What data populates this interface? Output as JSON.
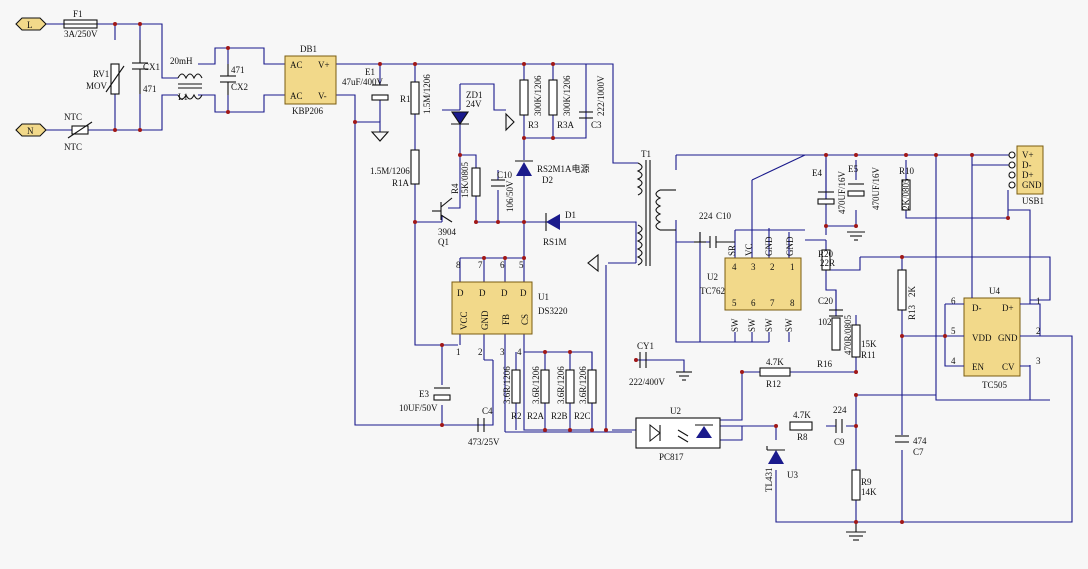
{
  "fuse": {
    "ref": "F1",
    "value": "3A/250V"
  },
  "terminals": {
    "live": "L",
    "neutral": "N"
  },
  "ntc": {
    "ref": "NTC",
    "value": "NTC"
  },
  "rv1": {
    "ref": "RV1",
    "value": "MOV"
  },
  "cx1": {
    "ref": "CX1",
    "value": "471"
  },
  "cx2": {
    "ref": "CX2",
    "value": "471"
  },
  "l1": {
    "ref": "L1",
    "value": "20mH"
  },
  "db1": {
    "ref": "DB1",
    "part": "KBP206",
    "ac1": "AC",
    "ac2": "AC",
    "vp": "V+",
    "vn": "V-"
  },
  "e1": {
    "ref": "E1",
    "value": "47uF/400V"
  },
  "r1": {
    "ref": "R1",
    "value": "1.5M/1206"
  },
  "r1a": {
    "ref": "R1A",
    "value": "1.5M/1206"
  },
  "zd1": {
    "ref": "ZD1",
    "value": "24V"
  },
  "r4": {
    "ref": "R4",
    "value": "15K/0805"
  },
  "c10a": {
    "ref": "C10",
    "value": "106/50V"
  },
  "q1": {
    "ref": "Q1",
    "part": "3904"
  },
  "r3": {
    "ref": "R3",
    "value": "300K/1206"
  },
  "r3a": {
    "ref": "R3A",
    "value": "300K/1206"
  },
  "c3": {
    "ref": "C3",
    "value": "222/1000V"
  },
  "d2": {
    "ref": "D2",
    "value": "RS2M1A电源"
  },
  "d1": {
    "ref": "D1",
    "value": "RS1M"
  },
  "t1": {
    "ref": "T1"
  },
  "u1": {
    "ref": "U1",
    "part": "DS3220",
    "pins_top": [
      "8",
      "7",
      "6",
      "5"
    ],
    "pins_labels": [
      "D",
      "D",
      "D",
      "D"
    ],
    "pins_bottom_labels": [
      "VCC",
      "GND",
      "FB",
      "CS"
    ],
    "pins_bottom": [
      "1",
      "2",
      "3",
      "4"
    ]
  },
  "e3": {
    "ref": "E3",
    "value": "10UF/50V"
  },
  "c4": {
    "ref": "C4",
    "value": "473/25V"
  },
  "r2": {
    "ref": "R2",
    "value": "3.6R/1206"
  },
  "r2a": {
    "ref": "R2A",
    "value": "3.6R/1206"
  },
  "r2b": {
    "ref": "R2B",
    "value": "3.6R/1206"
  },
  "r2c": {
    "ref": "R2C",
    "value": "3.6R/1206"
  },
  "cy1": {
    "ref": "CY1",
    "value": "222/400V"
  },
  "c10b": {
    "ref": "C10",
    "value": "224"
  },
  "u2": {
    "ref": "U2",
    "part": "TC762",
    "pins_top": [
      "4",
      "3",
      "2",
      "1"
    ],
    "top_labels": [
      "SR",
      "VC",
      "GND",
      "GND"
    ],
    "pins_bottom": [
      "5",
      "6",
      "7",
      "8"
    ],
    "bottom_labels": [
      "SW",
      "SW",
      "SW",
      "SW"
    ]
  },
  "e4": {
    "ref": "E4",
    "value": "470UF/16V"
  },
  "e5": {
    "ref": "E5",
    "value": "470UF/16V"
  },
  "r10": {
    "ref": "R10",
    "value": "2K/0805"
  },
  "r20": {
    "ref": "R20",
    "value": "22R"
  },
  "c20": {
    "ref": "C20",
    "value": "102"
  },
  "r16": {
    "ref": "R16",
    "value": "470R/0805"
  },
  "r11": {
    "ref": "R11",
    "value": "15K"
  },
  "r13": {
    "ref": "R13",
    "value": "2K"
  },
  "usb1": {
    "ref": "USB1",
    "pins": [
      "V+",
      "D-",
      "D+",
      "GND"
    ]
  },
  "u4": {
    "ref": "U4",
    "part": "TC505",
    "pin_labels": [
      "D-",
      "D+",
      "VDD",
      "GND",
      "EN",
      "CV"
    ],
    "pin_nums": [
      "6",
      "1",
      "5",
      "2",
      "4",
      "3"
    ]
  },
  "r12": {
    "ref": "R12",
    "value": "4.7K"
  },
  "r8": {
    "ref": "R8",
    "value": "4.7K"
  },
  "c9": {
    "ref": "C9",
    "value": "224"
  },
  "pc817": {
    "ref": "U2",
    "part": "PC817"
  },
  "u3": {
    "ref": "U3",
    "part": "TL431"
  },
  "r9": {
    "ref": "R9",
    "value": "14K"
  },
  "c7": {
    "ref": "C7",
    "value": "474"
  }
}
